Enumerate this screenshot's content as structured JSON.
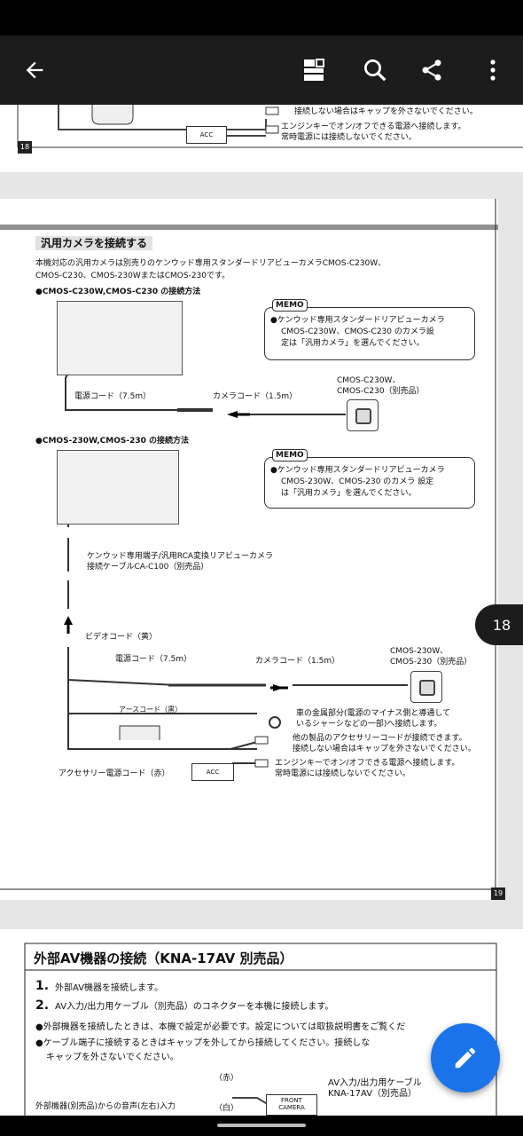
{
  "appbar": {
    "icons": [
      "back-arrow-icon",
      "document-outline-icon",
      "search-icon",
      "share-icon",
      "more-vert-icon"
    ]
  },
  "page18": {
    "number": "18",
    "acc_label": "ACC",
    "line1": "接続しない場合はキャップを外さないでください。",
    "line2": "エンジンキーでオン/オフできる電源へ接続します。",
    "line3": "常時電源には接続しないでください。"
  },
  "page19": {
    "number": "19",
    "section_title": "汎用カメラを接続する",
    "intro1": "本機対応の汎用カメラは別売りのケンウッド専用スタンダードリアビューカメラCMOS-C230W、",
    "intro2": "CMOS-C230、CMOS-230WまたはCMOS-230です。",
    "method1_title": "●CMOS-C230W,CMOS-C230 の接続方法",
    "memo_tag": "MEMO",
    "memo1": [
      "●ケンウッド専用スタンダードリアビューカメラ",
      "CMOS-C230W、CMOS-C230 のカメラ設",
      "定は「汎用カメラ」を選んでください。"
    ],
    "power_cord_1": "電源コード（7.5m）",
    "camera_cord_1": "カメラコード（1.5m）",
    "cam1_label": [
      "CMOS-C230W、",
      "CMOS-C230（別売品）"
    ],
    "method2_title": "●CMOS-230W,CMOS-230 の接続方法",
    "memo2": [
      "●ケンウッド専用スタンダードリアビューカメラ",
      "CMOS-230W、CMOS-230 のカメラ 設定",
      "は「汎用カメラ」を選んでください。"
    ],
    "adapter_label": [
      "ケンウッド専用端子/汎用RCA変換リアビューカメラ",
      "接続ケーブルCA-C100（別売品）"
    ],
    "video_cord": "ビデオコード（黄）",
    "power_cord_2": "電源コード（7.5m）",
    "camera_cord_2": "カメラコード（1.5m）",
    "cam2_label": [
      "CMOS-230W、",
      "CMOS-230（別売品）"
    ],
    "earth_cord": "アースコード（黒）",
    "earth_note": [
      "車の金属部分(電源のマイナス側と導通して",
      "いるシャーシなどの一部)へ接続します。"
    ],
    "acc_note": [
      "他の製品のアクセサリーコードが接続できます。",
      "接続しない場合はキャップを外さないでください。"
    ],
    "ign_note": [
      "エンジンキーでオン/オフできる電源へ接続します。",
      "常時電源には接続しないでください。"
    ],
    "acc_cord": "アクセサリー電源コード（赤）",
    "acc_label": "ACC"
  },
  "side_badge": "18",
  "page20": {
    "title": "外部AV機器の接続（KNA-17AV 別売品）",
    "step1_num": "1.",
    "step1": "外部AV機器を接続します。",
    "step2_num": "2.",
    "step2": "AV入力/出力用ケーブル（別売品）のコネクターを本機に接続します。",
    "note1": "●外部機器を接続したときは、本機で設定が必要です。設定については取扱説明書をご覧くだ",
    "note2": "●ケーブル端子に接続するときはキャップを外してから接続してください。接続しな",
    "note3": "キャップを外さないでください。",
    "red": "（赤）",
    "white": "（白）",
    "audio_label": "外部機器(別売品)からの音声(左右)入力",
    "front_camera": [
      "FRONT",
      "CAMERA"
    ],
    "cable_label": [
      "AV入力/出力用ケーブル",
      "KNA-17AV（別売品）"
    ]
  },
  "fab_icon": "edit-pencil-icon"
}
